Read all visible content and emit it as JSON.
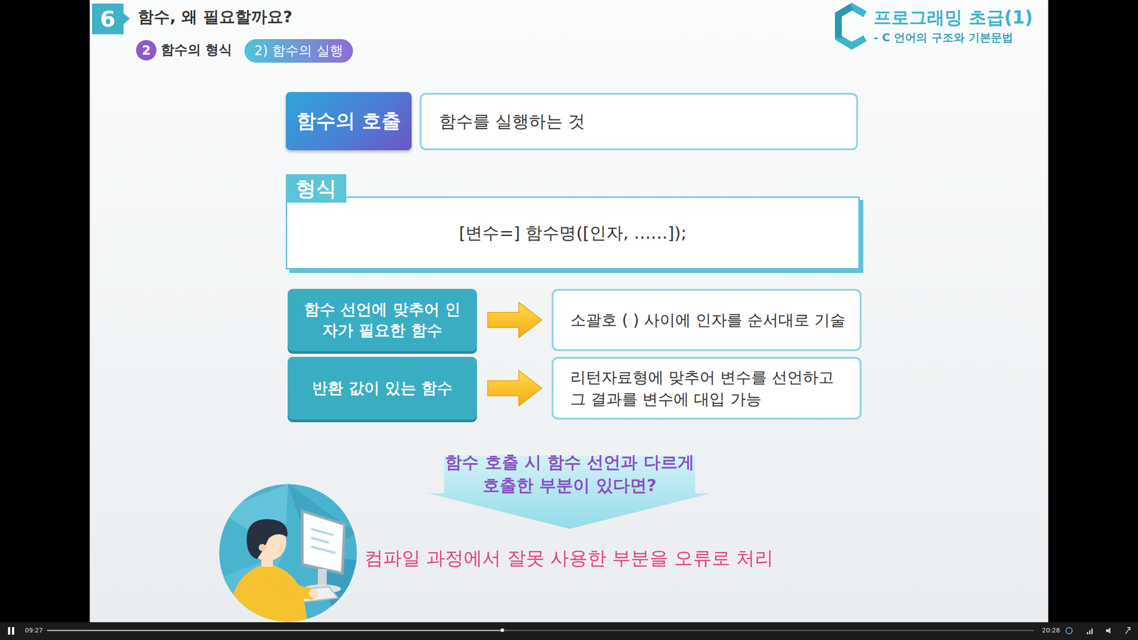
{
  "diagram": {
    "title": "함수, 왜 필요할까요?",
    "nodes": [
      {
        "text": [
          "6"
        ]
      },
      {
        "text": [
          "2"
        ]
      },
      {
        "text": [
          "2) 함수의 실행"
        ]
      },
      {
        "text": [
          "함수의 호출"
        ]
      },
      {
        "text": [
          "함수를 실행하는 것"
        ]
      },
      {
        "text": [
          "형식",
          "[변수=] 함수명([인자, ……]);"
        ]
      },
      {
        "text": [
          "함수 선언에 맞추어 인자가 필요한 함수"
        ]
      },
      {
        "text": [
          "소괄호 ( ) 사이에 인자를 순서대로 기술"
        ]
      },
      {
        "text": [
          "반환 값이 있는 함수"
        ]
      },
      {
        "text": [
          "리턴자료형에 맞추어 변수를 선언하고 그 결과를 변수에 대입 가능"
        ]
      },
      {
        "text": [
          "함수 호출 시 함수 선언과 다르게 호출한 부분이 있다면?"
        ]
      }
    ],
    "edges": [
      {
        "from": 6,
        "to": 7,
        "arrow": "to"
      },
      {
        "from": 8,
        "to": 9,
        "arrow": "to"
      }
    ],
    "labels": [
      "함수의 형식",
      "프로그래밍 초급(1)",
      "- C 언어의 구조와 기본문법",
      "컴파일 과정에서 잘못 사용한 부분을 오류로 처리",
      "09:27",
      "20:28"
    ]
  }
}
